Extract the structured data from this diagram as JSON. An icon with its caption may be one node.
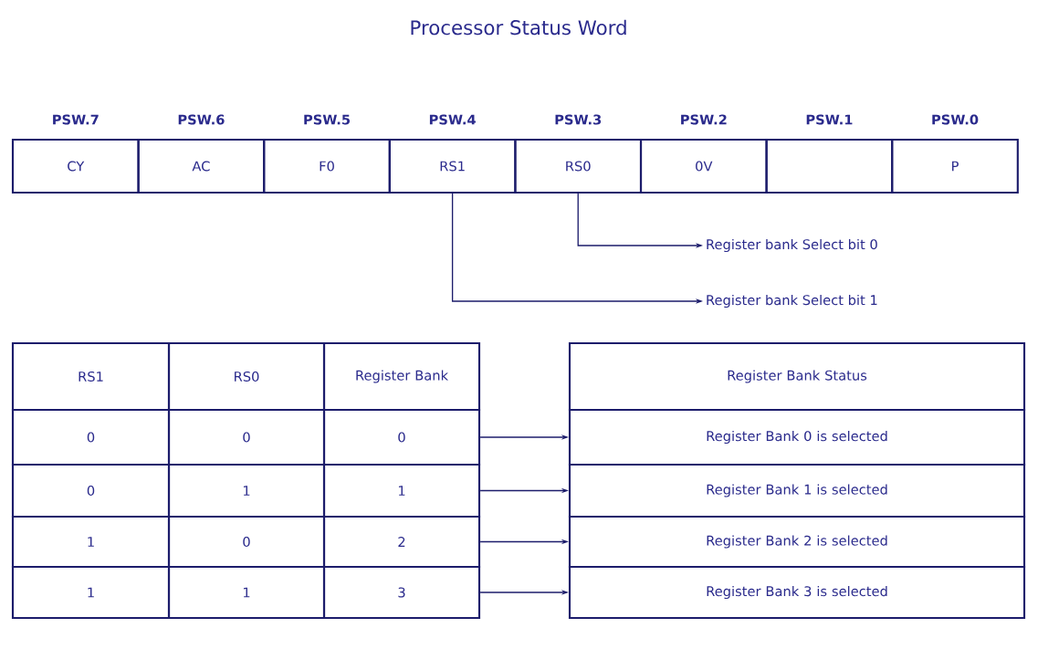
{
  "diagram": {
    "title": "Processor Status Word",
    "nodes": [
      {
        "text": [
          "PSW.7",
          "CY"
        ]
      },
      {
        "text": [
          "PSW.6",
          "AC"
        ]
      },
      {
        "text": [
          "PSW.5",
          "F0"
        ]
      },
      {
        "text": [
          "PSW.4",
          "RS1"
        ]
      },
      {
        "text": [
          "PSW.3",
          "RS0"
        ]
      },
      {
        "text": [
          "PSW.2",
          "0V"
        ]
      },
      {
        "text": [
          "PSW.1"
        ]
      },
      {
        "text": [
          "PSW.0",
          "P"
        ]
      },
      {
        "text": [
          "Register bank Select bit 0"
        ]
      },
      {
        "text": [
          "Register bank Select bit 1"
        ]
      },
      {
        "text": [
          "RS1"
        ]
      },
      {
        "text": [
          "RS0"
        ]
      },
      {
        "text": [
          "Register Bank"
        ]
      },
      {
        "text": [
          "0"
        ]
      },
      {
        "text": [
          "0"
        ]
      },
      {
        "text": [
          "0"
        ]
      },
      {
        "text": [
          "0"
        ]
      },
      {
        "text": [
          "1"
        ]
      },
      {
        "text": [
          "1"
        ]
      },
      {
        "text": [
          "1"
        ]
      },
      {
        "text": [
          "0"
        ]
      },
      {
        "text": [
          "2"
        ]
      },
      {
        "text": [
          "1"
        ]
      },
      {
        "text": [
          "1"
        ]
      },
      {
        "text": [
          "3"
        ]
      },
      {
        "text": [
          "Register Bank Status"
        ]
      },
      {
        "text": [
          "Register Bank 0 is selected"
        ]
      },
      {
        "text": [
          "Register Bank 1 is selected"
        ]
      },
      {
        "text": [
          "Register Bank 2 is selected"
        ]
      },
      {
        "text": [
          "Register Bank 3 is selected"
        ]
      }
    ],
    "edges": [
      {
        "from": 4,
        "to": 8,
        "arrow": "to"
      },
      {
        "from": 3,
        "to": 9,
        "arrow": "to"
      },
      {
        "from": 15,
        "to": 26,
        "arrow": "to"
      },
      {
        "from": 18,
        "to": 27,
        "arrow": "to"
      },
      {
        "from": 21,
        "to": 28,
        "arrow": "to"
      },
      {
        "from": 24,
        "to": 29,
        "arrow": "to"
      }
    ]
  }
}
